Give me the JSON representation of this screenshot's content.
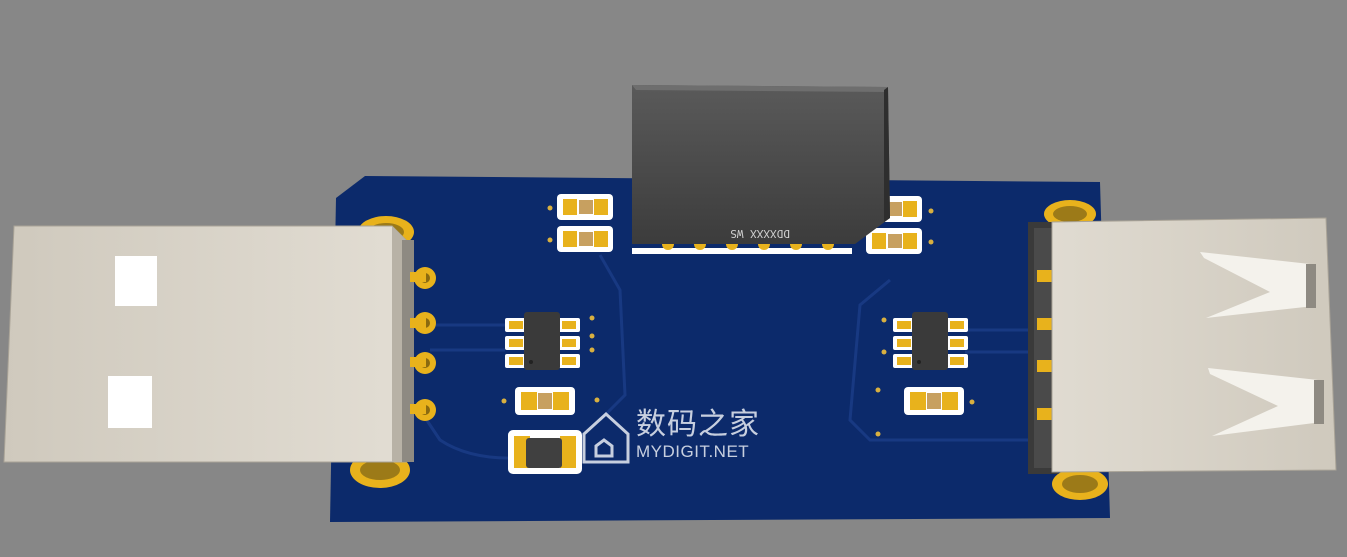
{
  "scene": {
    "background_color": "#878787",
    "pcb_color": "#0c2a6b",
    "pad_color": "#e8b21c",
    "connector_color": "#d8d2c6"
  },
  "module_marking": "DDXXXX  WS",
  "watermark": {
    "icon": "mydigit-house-logo",
    "title_cn": "数码之家",
    "site": "MYDIGIT.NET"
  }
}
